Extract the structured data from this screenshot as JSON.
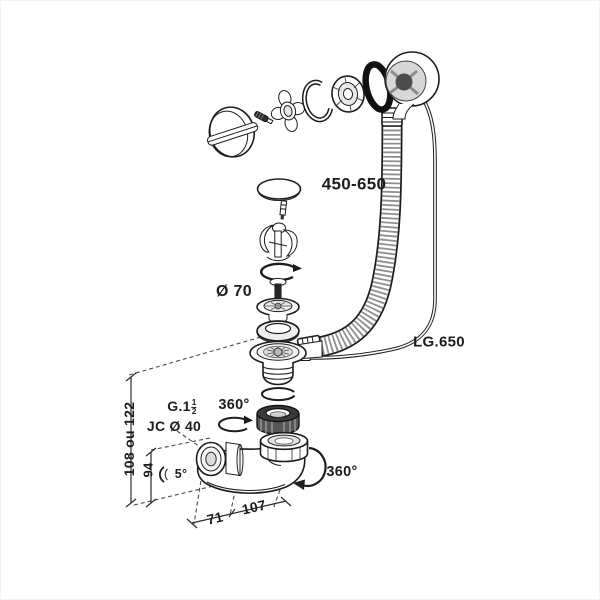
{
  "diagram": {
    "type": "exploded technical drawing (bath waste and overflow drain kit)",
    "parts": [
      "overflow-knob",
      "fixing-screw",
      "overflow-bracket",
      "snap-ring",
      "overflow-rosette",
      "o-ring-seal",
      "overflow-elbow-head",
      "flexible-hose",
      "control-cable",
      "drain-plug-cap",
      "stopper-mechanism",
      "split-ring",
      "valve-stem",
      "strainer-flange",
      "seal-ring",
      "drain-body",
      "drain-gasket",
      "compression-nut",
      "outlet-elbow"
    ]
  },
  "labels": {
    "hose_length": "450-650",
    "cable_length": "LG.650",
    "drain_diameter": "Ø 70",
    "thread_prefix": "G.1",
    "thread_frac_num": "1",
    "thread_frac_den": "2",
    "outlet_spec": "JC Ø 40",
    "rotation_top": "360°",
    "rotation_bottom": "360°",
    "outlet_angle": "5°",
    "height_range": "108 ou 122",
    "height_to_outlet": "94",
    "offset_71": "71",
    "offset_107": "107"
  },
  "colors": {
    "line": "#1d1d1b",
    "background": "#ffffff",
    "o_ring": "#111111",
    "metal_dark": "#3a3a3a",
    "shade_light": "#ededed",
    "shade_mid": "#d7d7d7"
  }
}
